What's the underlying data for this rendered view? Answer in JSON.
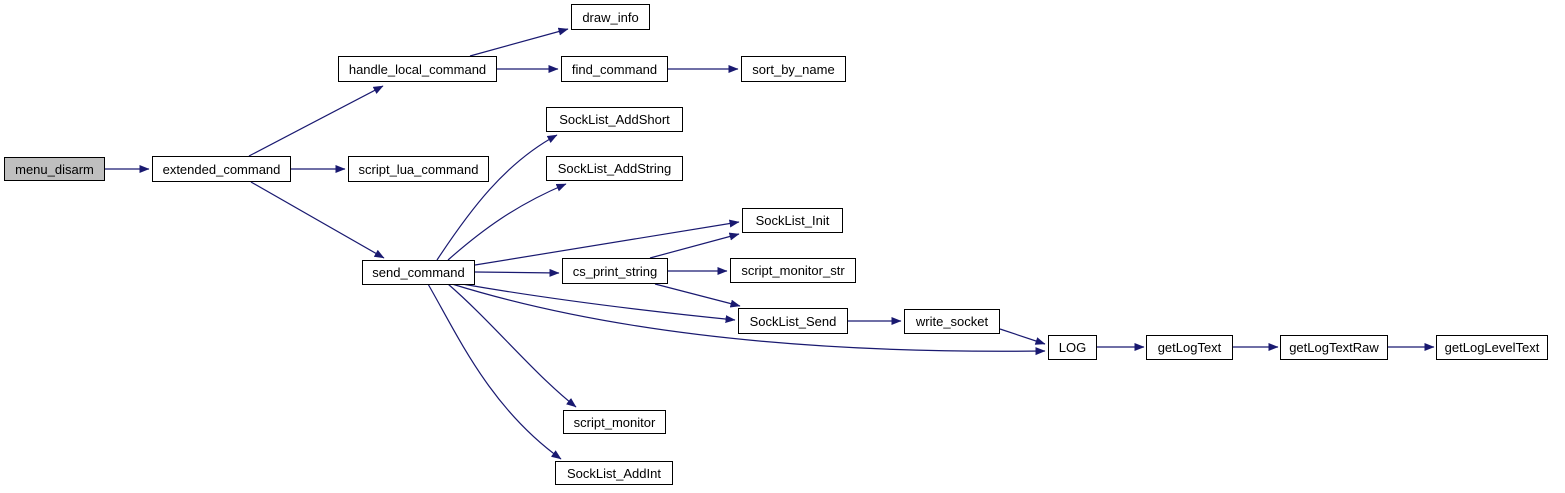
{
  "diagram": {
    "type": "doxygen-call-graph",
    "background_color": "#ffffff",
    "edge_color": "#191970",
    "node_fill_color": "#ffffff",
    "node_border_color": "#000000",
    "root_node_fill_color": "#bfbfbf"
  },
  "nodes": [
    {
      "id": "menu_disarm",
      "label": "menu_disarm",
      "root": true
    },
    {
      "id": "extended_command",
      "label": "extended_command",
      "root": false
    },
    {
      "id": "handle_local_command",
      "label": "handle_local_command",
      "root": false
    },
    {
      "id": "draw_info",
      "label": "draw_info",
      "root": false
    },
    {
      "id": "find_command",
      "label": "find_command",
      "root": false
    },
    {
      "id": "sort_by_name",
      "label": "sort_by_name",
      "root": false
    },
    {
      "id": "script_lua_command",
      "label": "script_lua_command",
      "root": false
    },
    {
      "id": "send_command",
      "label": "send_command",
      "root": false
    },
    {
      "id": "SockList_AddShort",
      "label": "SockList_AddShort",
      "root": false
    },
    {
      "id": "SockList_AddString",
      "label": "SockList_AddString",
      "root": false
    },
    {
      "id": "SockList_Init",
      "label": "SockList_Init",
      "root": false
    },
    {
      "id": "cs_print_string",
      "label": "cs_print_string",
      "root": false
    },
    {
      "id": "script_monitor_str",
      "label": "script_monitor_str",
      "root": false
    },
    {
      "id": "SockList_Send",
      "label": "SockList_Send",
      "root": false
    },
    {
      "id": "write_socket",
      "label": "write_socket",
      "root": false
    },
    {
      "id": "LOG",
      "label": "LOG",
      "root": false
    },
    {
      "id": "getLogText",
      "label": "getLogText",
      "root": false
    },
    {
      "id": "getLogTextRaw",
      "label": "getLogTextRaw",
      "root": false
    },
    {
      "id": "getLogLevelText",
      "label": "getLogLevelText",
      "root": false
    },
    {
      "id": "script_monitor",
      "label": "script_monitor",
      "root": false
    },
    {
      "id": "SockList_AddInt",
      "label": "SockList_AddInt",
      "root": false
    }
  ],
  "edges": [
    {
      "from": "menu_disarm",
      "to": "extended_command"
    },
    {
      "from": "extended_command",
      "to": "handle_local_command"
    },
    {
      "from": "extended_command",
      "to": "script_lua_command"
    },
    {
      "from": "extended_command",
      "to": "send_command"
    },
    {
      "from": "handle_local_command",
      "to": "draw_info"
    },
    {
      "from": "handle_local_command",
      "to": "find_command"
    },
    {
      "from": "find_command",
      "to": "sort_by_name"
    },
    {
      "from": "send_command",
      "to": "SockList_AddShort"
    },
    {
      "from": "send_command",
      "to": "SockList_AddString"
    },
    {
      "from": "send_command",
      "to": "SockList_Init"
    },
    {
      "from": "send_command",
      "to": "cs_print_string"
    },
    {
      "from": "send_command",
      "to": "SockList_Send"
    },
    {
      "from": "send_command",
      "to": "LOG"
    },
    {
      "from": "send_command",
      "to": "script_monitor"
    },
    {
      "from": "send_command",
      "to": "SockList_AddInt"
    },
    {
      "from": "cs_print_string",
      "to": "SockList_Init"
    },
    {
      "from": "cs_print_string",
      "to": "script_monitor_str"
    },
    {
      "from": "cs_print_string",
      "to": "SockList_Send"
    },
    {
      "from": "SockList_Send",
      "to": "write_socket"
    },
    {
      "from": "write_socket",
      "to": "LOG"
    },
    {
      "from": "LOG",
      "to": "getLogText"
    },
    {
      "from": "getLogText",
      "to": "getLogTextRaw"
    },
    {
      "from": "getLogTextRaw",
      "to": "getLogLevelText"
    }
  ]
}
